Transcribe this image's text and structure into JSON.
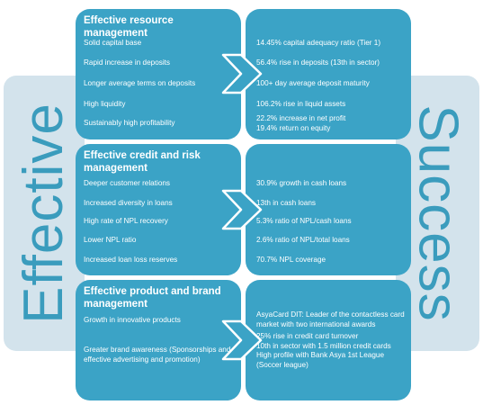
{
  "side_words": {
    "left": "Effective",
    "right": "Success"
  },
  "sections": [
    {
      "title": "Effective resource management",
      "left_items": [
        "Solid capital base",
        "Rapid increase in deposits",
        "Longer average terms on deposits",
        "High liquidity",
        "Sustainably high profitability"
      ],
      "right_items": [
        "14.45% capital adequacy ratio (Tier 1)",
        "56.4% rise in deposits (13th in sector)",
        "100+ day average deposit maturity",
        "106.2% rise in liquid assets",
        "22.2% increase in net profit\n19.4% return on equity"
      ]
    },
    {
      "title": "Effective credit and risk management",
      "left_items": [
        "Deeper customer relations",
        "Increased diversity in loans",
        "High rate of NPL recovery",
        "Lower NPL ratio",
        "Increased loan loss reserves"
      ],
      "right_items": [
        "30.9% growth in cash loans",
        "13th in cash loans",
        "5.3% ratio of NPL/cash loans",
        "2.6% ratio of NPL/total loans",
        "70.7% NPL coverage"
      ]
    },
    {
      "title": "Effective product and brand management",
      "left_items": [
        "Growth in innovative products",
        "Greater brand awareness (Sponsorships and effective advertising and promotion)"
      ],
      "right_items": [
        "AsyaCard DIT: Leader of the contactless card market with two international awards",
        "25% rise in credit card turnover\n10th in sector with 1.5 million credit cards\nHigh profile with Bank Asya 1st League (Soccer league)"
      ]
    }
  ],
  "colors": {
    "panel": "#3ba3c6",
    "side_band": "#d3e3ec",
    "side_text": "#3a9cbd",
    "arrow": "#3ba3c6"
  }
}
